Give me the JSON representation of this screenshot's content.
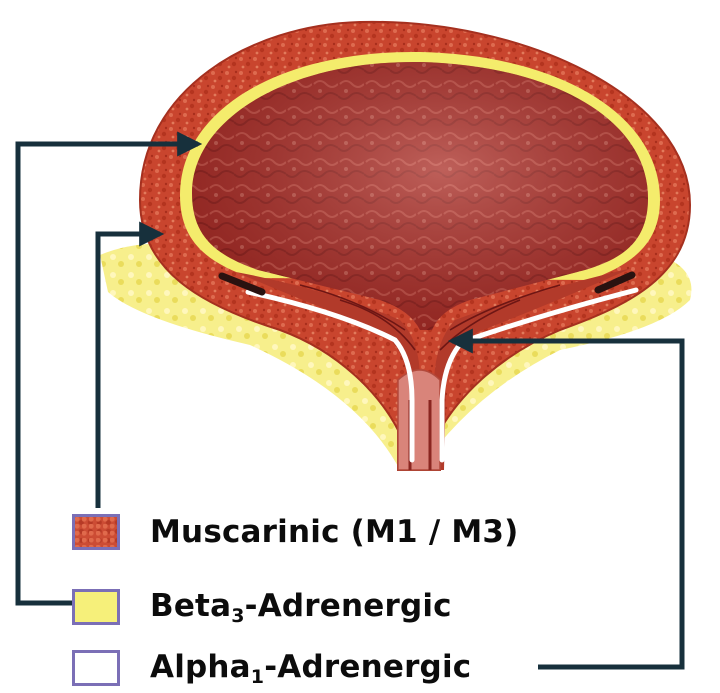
{
  "legend": [
    {
      "key": "muscarinic",
      "label": "Muscarinic (M1 / M3)",
      "prefix": "",
      "sub": "",
      "suffix": ""
    },
    {
      "key": "beta",
      "label": "",
      "prefix": "Beta",
      "sub": "3",
      "suffix": "-Adrenergic"
    },
    {
      "key": "alpha",
      "label": "",
      "prefix": "Alpha",
      "sub": "1",
      "suffix": "-Adrenergic"
    }
  ],
  "colors": {
    "muscle": "#c9452e",
    "lumen": "#9c2a24",
    "beta_layer": "#f4ec6c",
    "fat": "#f5ec7a",
    "alpha_layer": "#ffffff",
    "arrow": "#17303c",
    "legend_border": "#7b6fb6"
  },
  "icons": [
    "arrow-head-icon"
  ]
}
